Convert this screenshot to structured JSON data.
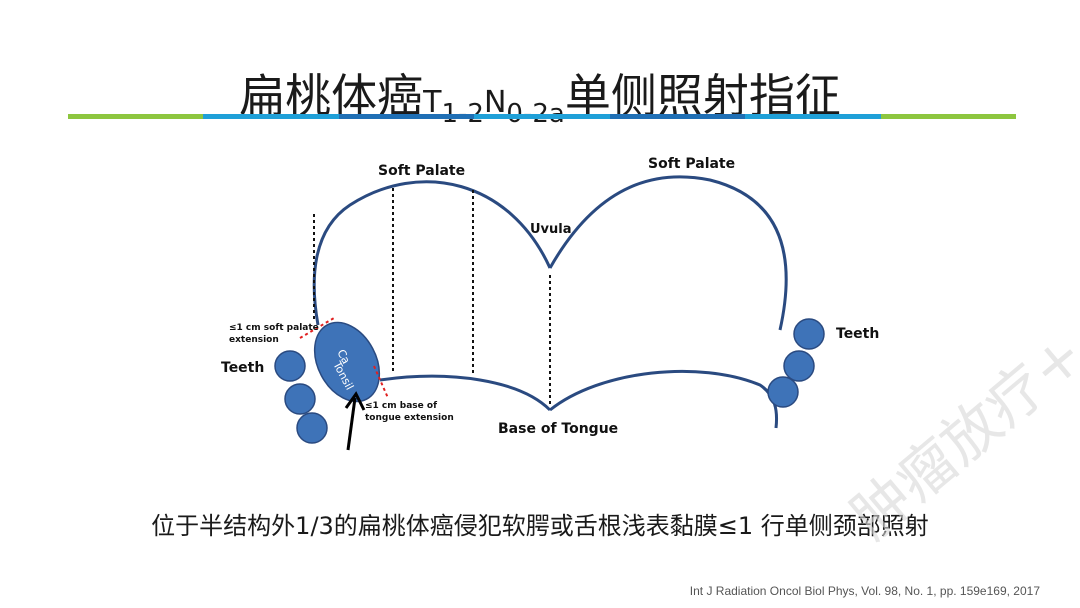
{
  "title": {
    "part1": "扁桃体癌",
    "t": "T",
    "t_sub": "1-2",
    "n": "N",
    "n_sub": "0-2a",
    "part2": "单侧照射指征"
  },
  "rule_colors": [
    "#8dc63f",
    "#1fa0d8",
    "#1f6fb5",
    "#1fa0d8",
    "#1f6fb5",
    "#1fa0d8",
    "#8dc63f"
  ],
  "diagram": {
    "label_soft_palate_left": "Soft Palate",
    "label_soft_palate_right": "Soft Palate",
    "label_uvula": "Uvula",
    "label_base_of_tongue": "Base of Tongue",
    "label_teeth_left": "Teeth",
    "label_teeth_right": "Teeth",
    "label_soft_palate_ext_line1": "≤1 cm soft palate",
    "label_soft_palate_ext_line2": "extension",
    "label_tongue_ext_line1": "≤1 cm base of",
    "label_tongue_ext_line2": "tongue extension",
    "tumor_line1": "Ca",
    "tumor_line2": "Tonsil",
    "tooth_color": "#3e73b8",
    "margin_color": "#e02020"
  },
  "caption": "位于半结构外1/3的扁桃体癌侵犯软腭或舌根浅表黏膜≤1 行单侧颈部照射",
  "citation": "Int J Radiation Oncol Biol Phys, Vol. 98, No. 1, pp. 159e169, 2017",
  "watermark": "肿瘤放疗+"
}
